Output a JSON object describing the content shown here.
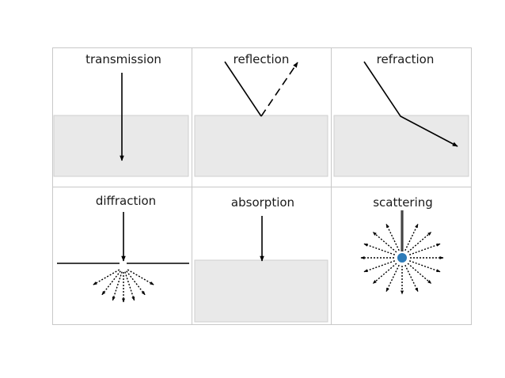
{
  "panels": [
    {
      "id": "transmission",
      "label": "transmission"
    },
    {
      "id": "reflection",
      "label": "reflection"
    },
    {
      "id": "refraction",
      "label": "refraction"
    },
    {
      "id": "diffraction",
      "label": "diffraction"
    },
    {
      "id": "absorption",
      "label": "absorption"
    },
    {
      "id": "scattering",
      "label": "scattering"
    }
  ],
  "colors": {
    "border": "#c8c8c8",
    "medium": "#e9e9e9",
    "medium_edge": "#cfcfcf",
    "arrow": "#000000",
    "scatter_point": "#2e7bb8",
    "scatter_incoming": "#444444"
  }
}
